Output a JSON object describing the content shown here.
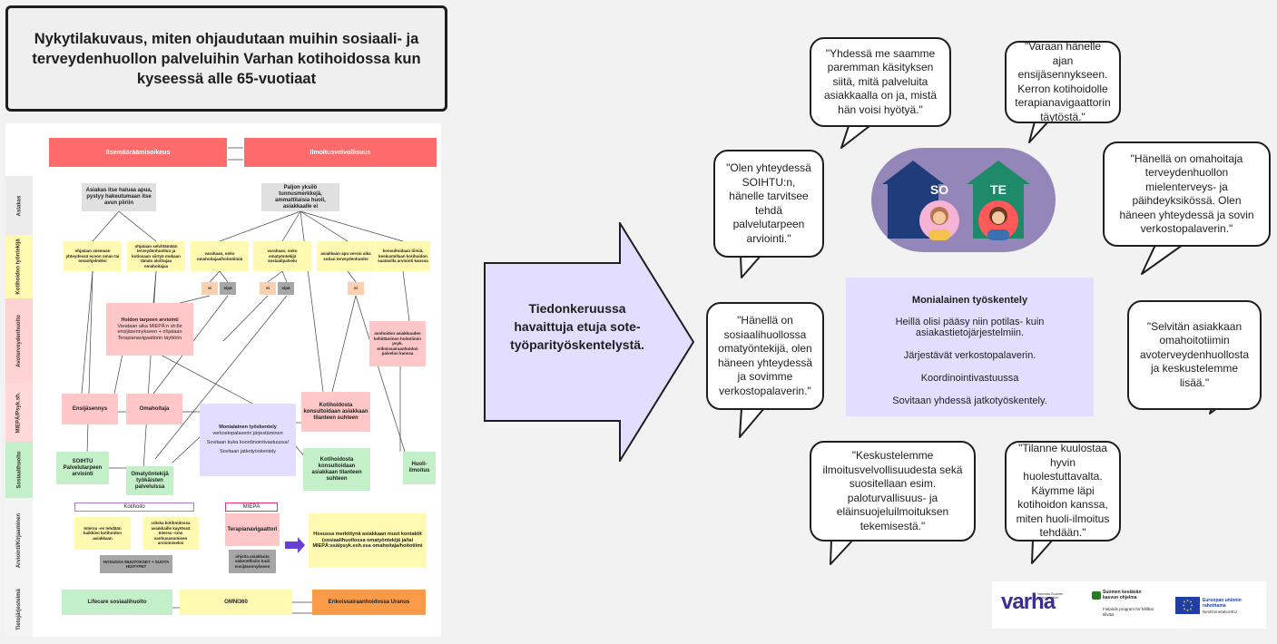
{
  "title": "Nykytilakuvaus, miten ohjaudutaan muihin sosiaali- ja terveydenhuollon palveluihin Varhan kotihoidossa kun kyseessä alle 65-vuotiaat",
  "flowchart": {
    "lanes": [
      "Asiakas",
      "Kotihoidon työntekijä",
      "Avoterveydenhuolto",
      "MIEPÄ/Psyk.sh.",
      "Sosiaalihuolto",
      "Arviointi/Kirjaaminen",
      "Tietojärjestelmä"
    ],
    "header": {
      "left": "Itsemääräämisoikeus",
      "right": "Ilmoitusvelvollisuus"
    },
    "client_left": "Asiakas itse haluaa apua, pystyy hakeutumaan itse avun piiriin",
    "client_right": "Paljon yksilö tunnusmerkkejä, ammattilaisia huoli, asiakkaalle ei",
    "worker_boxes": [
      "ohjataan asemaan yhteydessä ecoon oman tai omaohjelmiksi",
      "ohjataan selvittämään terveydenhuollon ja kotiosaan siirtyä mukaan tämän aloittajaa omahoitajaa",
      "varahaan, onko omahoitajaa/hoitotiimiä",
      "varahaan, onko omatyöntekijä sosiaalipalvelu",
      "asiakkaan apu versio aika sotian terveydenhuolto",
      "konsultoidaan tiimiä, keskustellaan kotihoidon saatavilla arviointi kanssa"
    ],
    "ei_labels": [
      "ei",
      "ei",
      "ei"
    ],
    "eipa_labels": [
      "eipä",
      "eipä"
    ],
    "assessment_title": "Hoidon tarpeen arviointi",
    "assessment_text": "Varataan aika MIEPÄ:n sh:lle ensijäsennykseen + ohjataan Terapianavigaattorin täyttöön",
    "avo_right": "avohoidon asiakkuuden kehittäminen hoitotiimin psyk. erikoissairaanhoidon palvelun kanssa",
    "ensi": "Ensijäsennys",
    "omahoitaja": "Omahoitaja",
    "mt_title": "Monialainen työskentely",
    "mt_lines": [
      "verkostopalaverin järjestäminen",
      "Sovitaan kuka koordinointivastuussa!",
      "Sovitaan jatkotyöskentely"
    ],
    "kotihoito_konsult_red": "Kotihoidosta konsultoidaan asiakkaan tilanteen suhteen",
    "soihtu": "SOIHTU Palvelutarpeen arviointi",
    "omatyontekija": "Omatyöntekijä työkäisten palveluissa",
    "kotihoito_konsult_green": "Kotihoidosta konsultoidaan asiakkaan tilanteen suhteen",
    "huoli": "Huoli-ilmoitus",
    "kotihoito_tag": "Kotihoito",
    "miepa_tag": "MIEPÄ",
    "ark_y1": "Intersu -es tehdään kaikkien kotihoidon asiakkaan",
    "ark_y2": "cdiska kotihoidossa asiakkaille kaytössä Intersu -cms vanhusasumisen arvioimiseksi",
    "terapia": "Terapianavigaattori",
    "ark_grey1": "HOSUSSA MUUTOKSET + SUOTA HOITYPET",
    "ark_grey2": "ohjeita asiakkaita säännöllisiin tuuli ensijäsennykseen",
    "hosu": "Hosussa merkittynä asiakkaan muut kontaktit (sosiaalihuollossa omatyöntekijä ja/tai MIEPÄ:ssä/psyk.esh.ssa omahoitaja/hoitotiimi",
    "systems": [
      "Lifecare sosiaalihuolto",
      "OMNI360",
      "Erikoissairaanhoidossa Uranus"
    ]
  },
  "arrow_text": "Tiedonkeruussa havaittuja etuja sote-työparityöskentelystä.",
  "house_labels": [
    "SO",
    "TE"
  ],
  "monialainen": {
    "title": "Monialainen työskentely",
    "lines": [
      "Heillä olisi pääsy niin potilas- kuin asiakastietojärjestelmiin.",
      "Järjestävät verkostopalaverin.",
      "Koordinointivastuussa",
      "Sovitaan yhdessä jatkotyöskentely."
    ]
  },
  "quotes": [
    "\"Yhdessä me saamme paremman käsityksen siitä, mitä palveluita asiakkaalla on ja, mistä hän voisi hyötyä.\"",
    "\"Varaan hänelle ajan ensijäsennykseen. Kerron kotihoidolle terapianavigaattorin täytöstä.\"",
    "\"Olen yhteydessä SOIHTU:n, hänelle tarvitsee tehdä palvelutarpeen arviointi.\"",
    "\"Hänellä on omahoitaja terveydenhuollon mielenterveys- ja päihdeyksikössä. Olen häneen yhteydessä ja sovin verkostopalaverin.\"",
    "\"Hänellä on sosiaalihuollossa omatyöntekijä, olen häneen yhteydessä ja sovimme verkostopalaverin.\"",
    "\"Selvitän asiakkaan omahoitotiimin avoterveydenhuollosta ja keskustelemme lisää.\"",
    "\"Keskustelemme ilmoitusvelvollisuudesta sekä suositellaan esim. paloturvallisuus- ja eläinsuojeluilmoituksen tekemisestä.\"",
    "\"Tilanne kuulostaa hyvin huolestuttavalta. Käymme läpi kotihoidon kanssa, miten huoli-ilmoitus tehdään.\""
  ],
  "logos": {
    "varha": "varha",
    "varha_sub": "Varsinais-Suomen hyvinvointialue",
    "suomi_title": "Suomen kestävän kasvun ohjelma",
    "suomi_sub": "Finlands program för hållbar tillväxt",
    "eu_title": "Euroopan unionin rahoittama",
    "eu_sub": "NextGenerationEU"
  },
  "colors": {
    "purple": "#9586b9",
    "lavender": "#e3deff",
    "house_blue": "#1f3d7a",
    "house_teal": "#1f8a6a",
    "red": "#ff6b6b"
  }
}
